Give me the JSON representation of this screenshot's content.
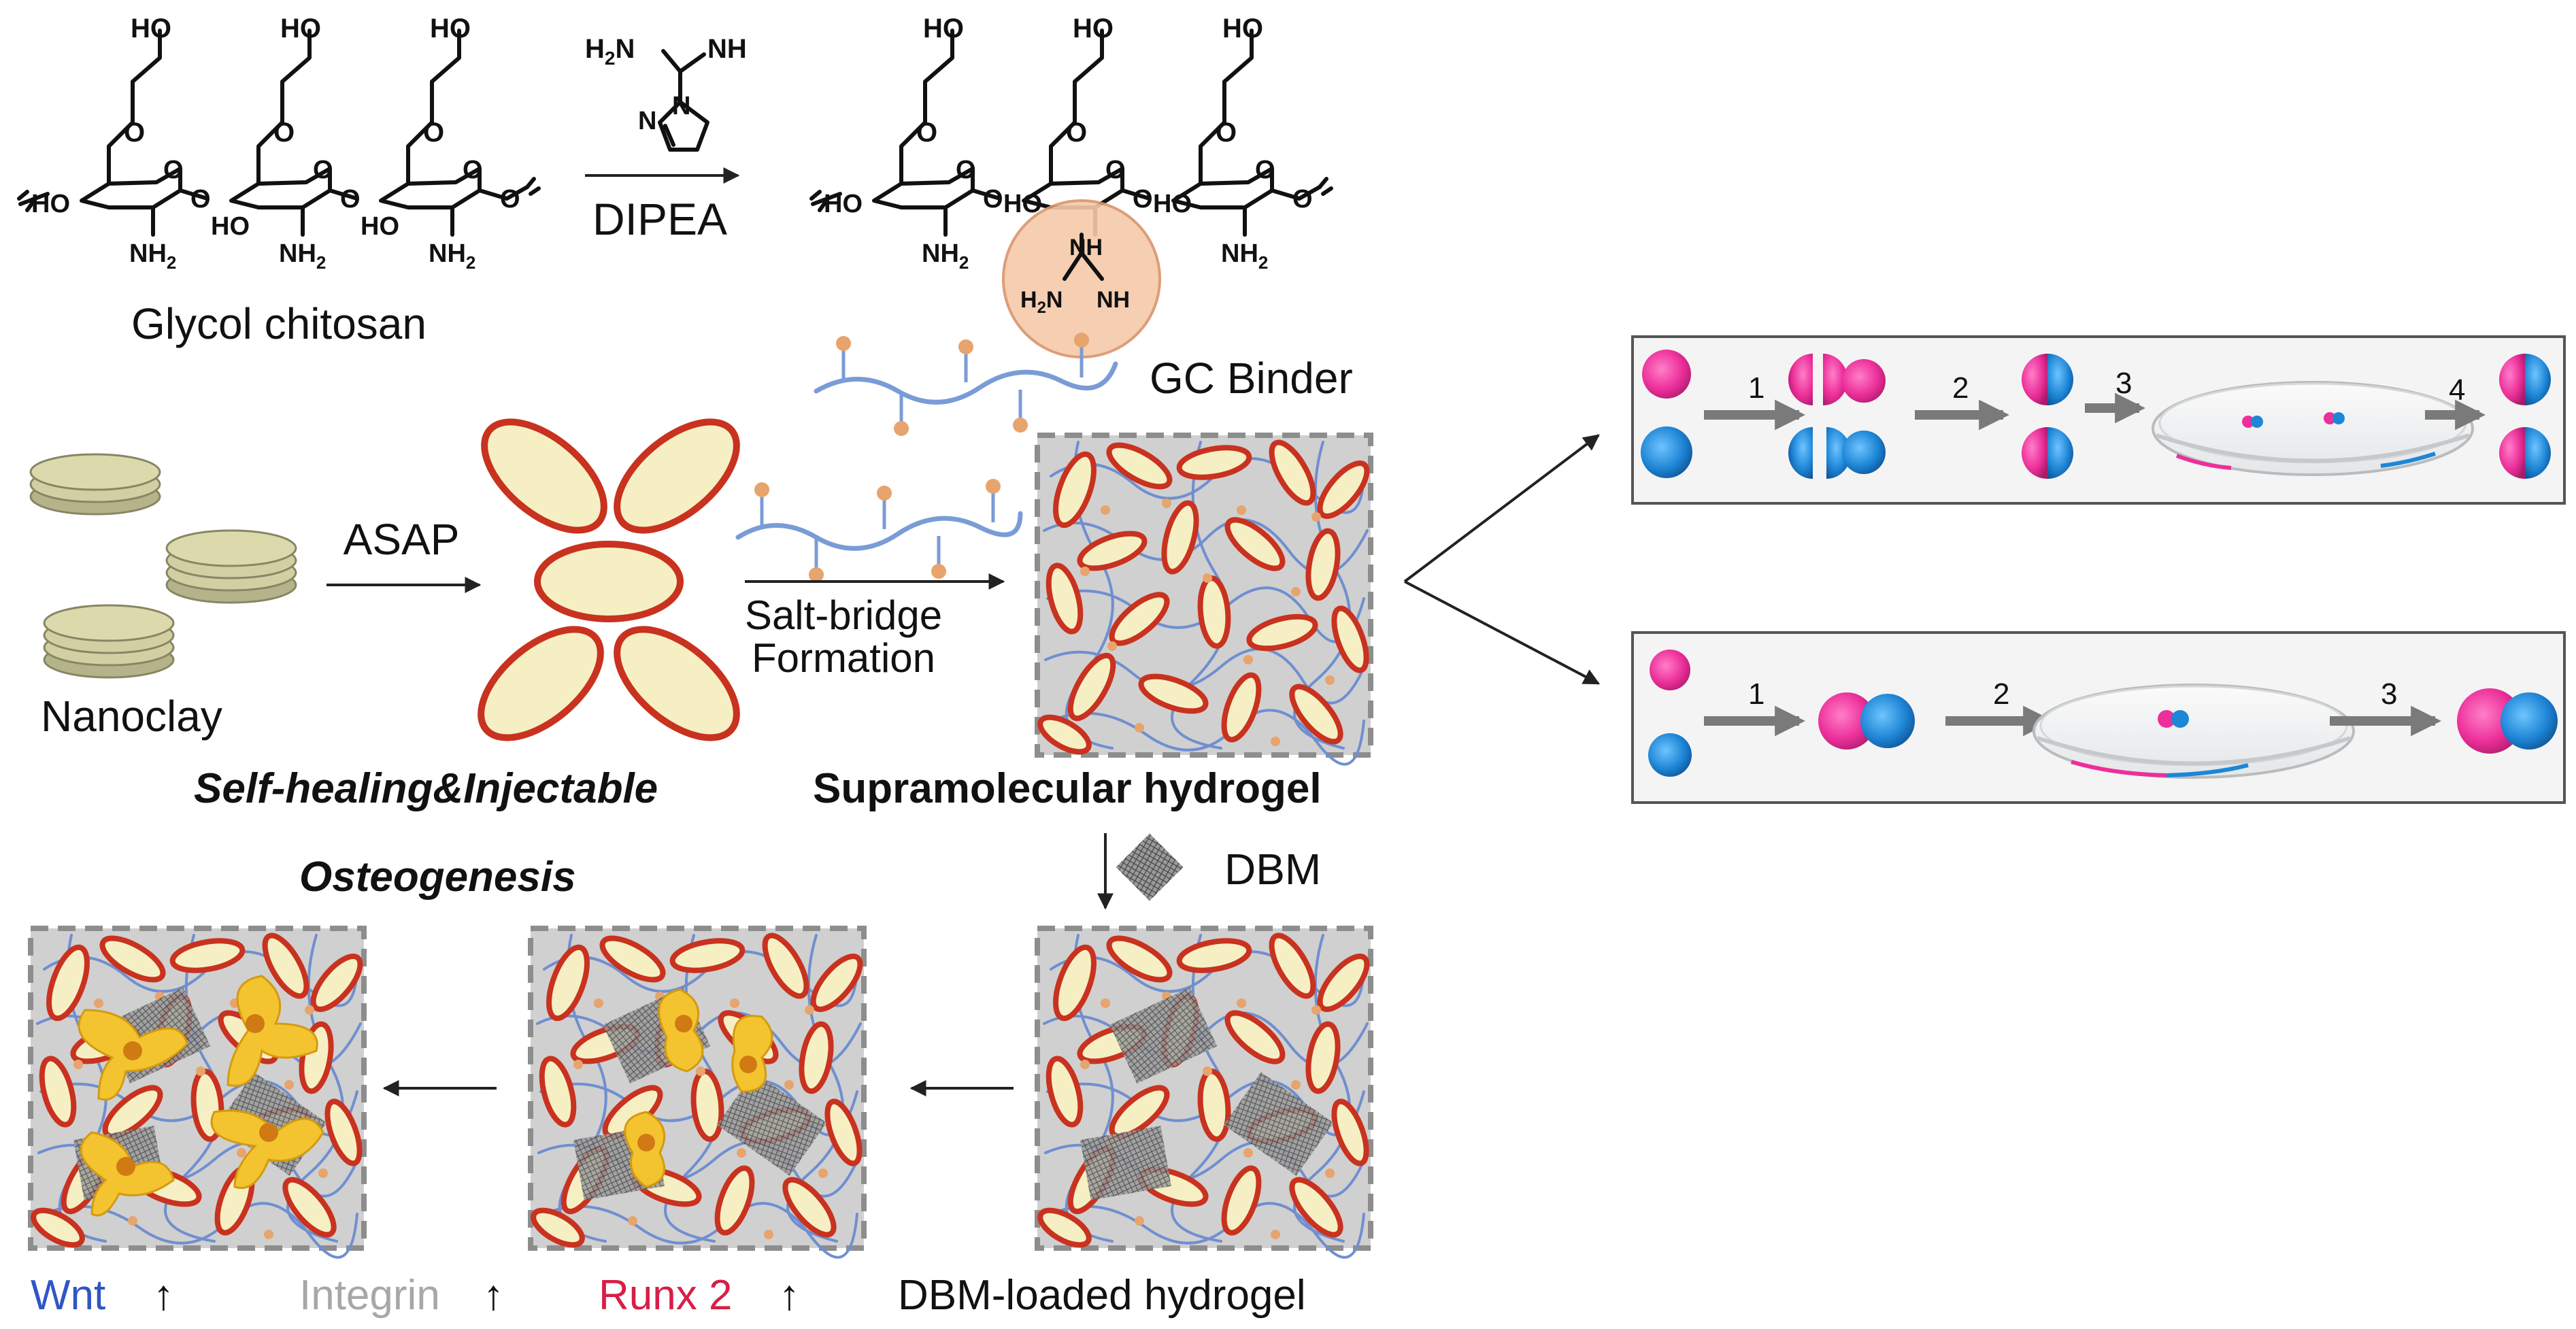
{
  "scheme": {
    "reagent_label": "DIPEA",
    "reagent_atoms": {
      "h2n": "H",
      "h2n_sub": "2",
      "h2n_n": "N",
      "nh": "NH",
      "ring_n": "N",
      "ring_n2": "N"
    },
    "glycol_chitosan": {
      "label": "Glycol chitosan",
      "ho_top": "HO",
      "o_ether": "O",
      "o_ring": "O",
      "ho": "HO",
      "nh2": "NH",
      "nh2_sub": "2"
    },
    "guanidine": {
      "nh": "NH",
      "h2n": "H",
      "h2n_sub": "2",
      "n": "N",
      "nh_right": "NH"
    },
    "gc_binder_label": "GC Binder",
    "nanoclay_label": "Nanoclay",
    "asap_label": "ASAP",
    "salt_bridge_line1": "Salt-bridge",
    "salt_bridge_line2": "Formation",
    "supramolecular_label": "Supramolecular hydrogel",
    "dbm_label": "DBM",
    "dbm_loaded_label": "DBM-loaded hydrogel",
    "self_healing_label": "Self-healing&Injectable",
    "osteogenesis_label": "Osteogenesis",
    "markers": [
      {
        "name": "Wnt",
        "color": "#2f56c6"
      },
      {
        "name": "Integrin",
        "color": "#a7a7a7"
      },
      {
        "name": "Runx 2",
        "color": "#d61f47"
      }
    ],
    "marker_arrow": "↑"
  },
  "photo_panels": [
    {
      "steps": [
        "1",
        "2",
        "3",
        "4"
      ]
    },
    {
      "steps": [
        "1",
        "2",
        "3"
      ]
    }
  ],
  "colors": {
    "pink": "#ec2f9a",
    "blue": "#1e86d6",
    "clay": "#d9d7a7",
    "ellipse_fill": "#f6efc4",
    "ellipse_stroke": "#c8321f",
    "gel_bg": "#d0d0d0",
    "polymer": "#7a9cd6",
    "bead": "#e7a46c",
    "cell": "#f4c430"
  }
}
